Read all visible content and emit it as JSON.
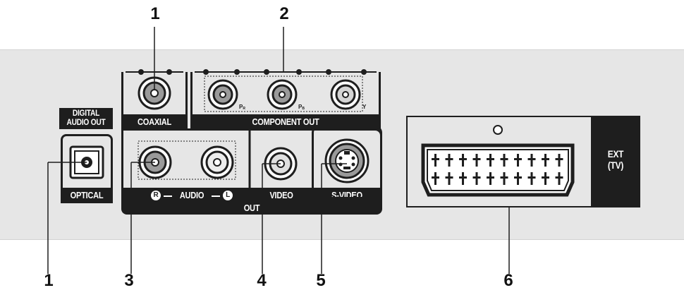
{
  "callouts": {
    "c1_top": "1",
    "c2_top": "2",
    "c1_bottom": "1",
    "c3": "3",
    "c4": "4",
    "c5": "5",
    "c6": "6"
  },
  "labels": {
    "digital_audio_out_line1": "DIGITAL",
    "digital_audio_out_line2": "AUDIO OUT",
    "coaxial": "COAXIAL",
    "component_out": "COMPONENT OUT",
    "optical": "OPTICAL",
    "audio": "AUDIO",
    "audio_r": "R",
    "audio_l": "L",
    "video": "VIDEO",
    "s_video": "S-VIDEO",
    "out": "OUT",
    "ext_tv_line1": "EXT",
    "ext_tv_line2": "(TV)",
    "pr": "PR",
    "pb": "PB",
    "y": "Y"
  }
}
